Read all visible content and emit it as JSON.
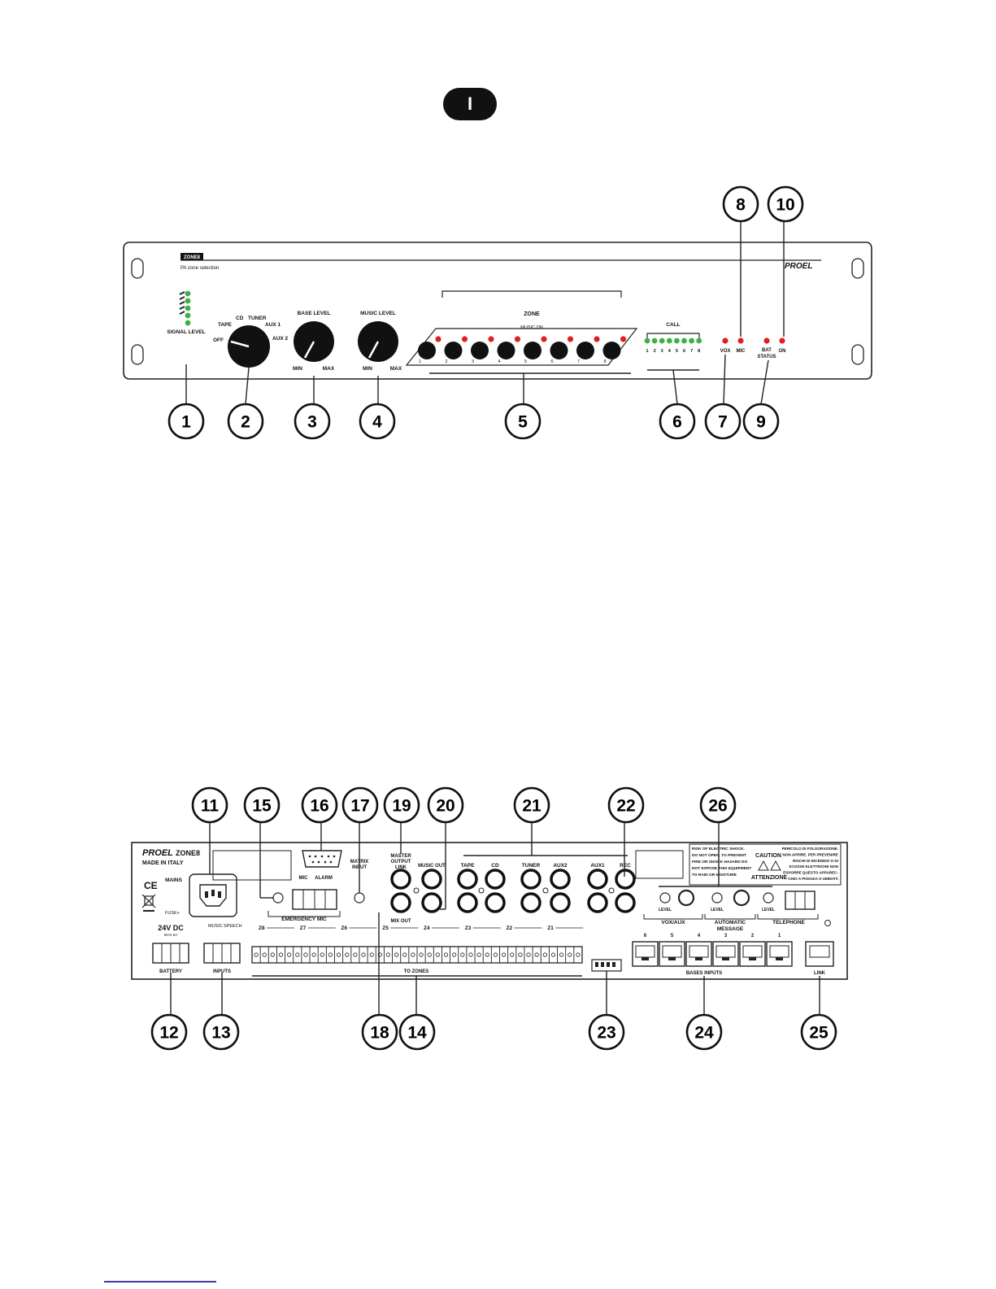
{
  "language_badge": "I",
  "front_panel": {
    "model": "ZONE8",
    "subtitle": "PA zone selection",
    "brand": "PROEL",
    "signal_level": "SIGNAL LEVEL",
    "selector": {
      "off": "OFF",
      "tape": "TAPE",
      "cd": "CD",
      "tuner": "TUNER",
      "aux1": "AUX 1",
      "aux2": "AUX 2"
    },
    "base_level": "BASE LEVEL",
    "music_level": "MUSIC LEVEL",
    "min": "MIN",
    "max": "MAX",
    "zone": "ZONE",
    "music_on": "MUSIC ON",
    "zone_numbers": [
      "1",
      "2",
      "3",
      "4",
      "5",
      "6",
      "7",
      "8"
    ],
    "call": "CALL",
    "call_numbers": [
      "1",
      "2",
      "3",
      "4",
      "5",
      "6",
      "7",
      "8"
    ],
    "vox": "VOX",
    "mic": "MIC",
    "bat_status_line1": "BAT",
    "bat_status_line2": "STATUS",
    "on": "ON",
    "led_green": "#3cb043",
    "led_red": "#e02020"
  },
  "rear_panel": {
    "brand": "PROEL",
    "model": "ZONE8",
    "made_in": "MADE IN ITALY",
    "ce": "CE",
    "mains": "MAINS",
    "fuse": "FUSE+",
    "dc": "24V DC",
    "dc_max": "MAX 5A",
    "battery": "BATTERY",
    "music": "MUSIC",
    "speech": "SPEECH",
    "inputs": "INPUTS",
    "mic": "MIC",
    "alarm": "ALARM",
    "emergency_mic": "EMERGENCY MIC",
    "matrix_input_line1": "MATRIX",
    "matrix_input_line2": "INPUT",
    "master_output_line1": "MASTER",
    "master_output_line2": "OUTPUT",
    "master_output_line3": "LINK",
    "music_out": "MUSIC OUT",
    "mix_out": "MIX OUT",
    "sources": [
      "TAPE",
      "CD",
      "TUNER",
      "AUX2",
      "AUX1",
      "REC"
    ],
    "zone_groups": [
      "Z8",
      "Z7",
      "Z6",
      "Z5",
      "Z4",
      "Z3",
      "Z2",
      "Z1"
    ],
    "to_zones": "TO ZONES",
    "vox_aux": "VOX/AUX",
    "level": "LEVEL",
    "automatic_message_line1": "AUTOMATIC",
    "automatic_message_line2": "MESSAGE",
    "telephone": "TELEPHONE",
    "bases_inputs": "BASES INPUTS",
    "base_numbers": [
      "6",
      "5",
      "4",
      "3",
      "2",
      "1"
    ],
    "link": "LINK",
    "caution": "CAUTION",
    "attenzione": "ATTENZIONE",
    "warning_en": [
      "RISK OF ELECTRIC SHOCK.",
      "DO NOT OPEN. TO PREVENT",
      "FIRE OR SHOCK HAZARD DO",
      "NOT EXPOSE THIS EQUIPMENT",
      "TO RAIN OR MOISTURE"
    ],
    "warning_it": [
      "PERICOLO DI FOLGORAZIONE.",
      "NON APRIRE. PER PREVENIRE",
      "RISCHI DI INCENDIO O DI",
      "SCOSSE ELETTRICHE NON",
      "ESPORRE QUESTO APPAREC-",
      "CHIO A PIOGGIA O UMIDITÀ"
    ]
  },
  "callouts_front": [
    "1",
    "2",
    "3",
    "4",
    "5",
    "6",
    "7",
    "8",
    "9",
    "10"
  ],
  "callouts_rear": [
    "11",
    "12",
    "13",
    "14",
    "15",
    "16",
    "17",
    "18",
    "19",
    "20",
    "21",
    "22",
    "23",
    "24",
    "25",
    "26"
  ]
}
